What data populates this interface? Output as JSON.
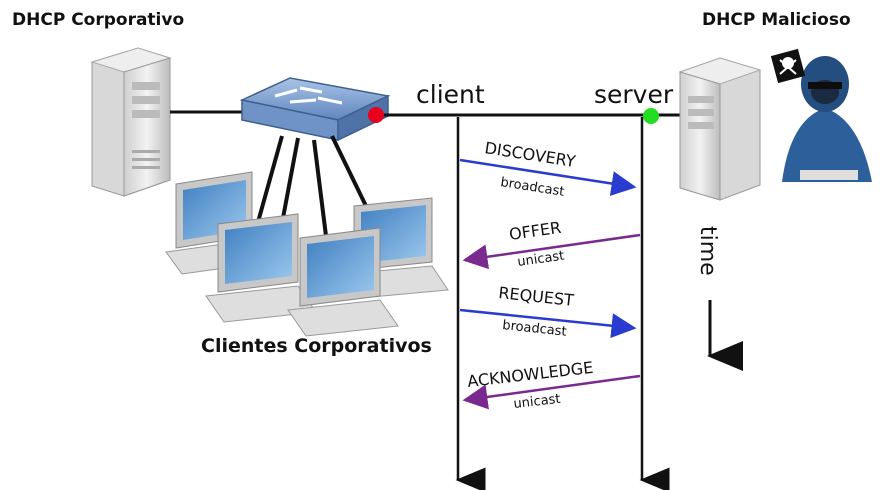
{
  "labels": {
    "corporate_server": "DHCP Corporativo",
    "rogue_server": "DHCP Malicioso",
    "clients": "Clientes Corporativos",
    "client": "client",
    "server": "server",
    "time": "time"
  },
  "messages": [
    {
      "name": "DISCOVERY",
      "mode": "broadcast",
      "direction": "client-to-server",
      "color": "#2a3ccf"
    },
    {
      "name": "OFFER",
      "mode": "unicast",
      "direction": "server-to-client",
      "color": "#7a2a8e"
    },
    {
      "name": "REQUEST",
      "mode": "broadcast",
      "direction": "client-to-server",
      "color": "#2a3ccf"
    },
    {
      "name": "ACKNOWLEDGE",
      "mode": "unicast",
      "direction": "server-to-client",
      "color": "#7a2a8e"
    }
  ],
  "colors": {
    "port_red": "#e8001c",
    "port_green": "#22dd22",
    "line": "#111111"
  }
}
